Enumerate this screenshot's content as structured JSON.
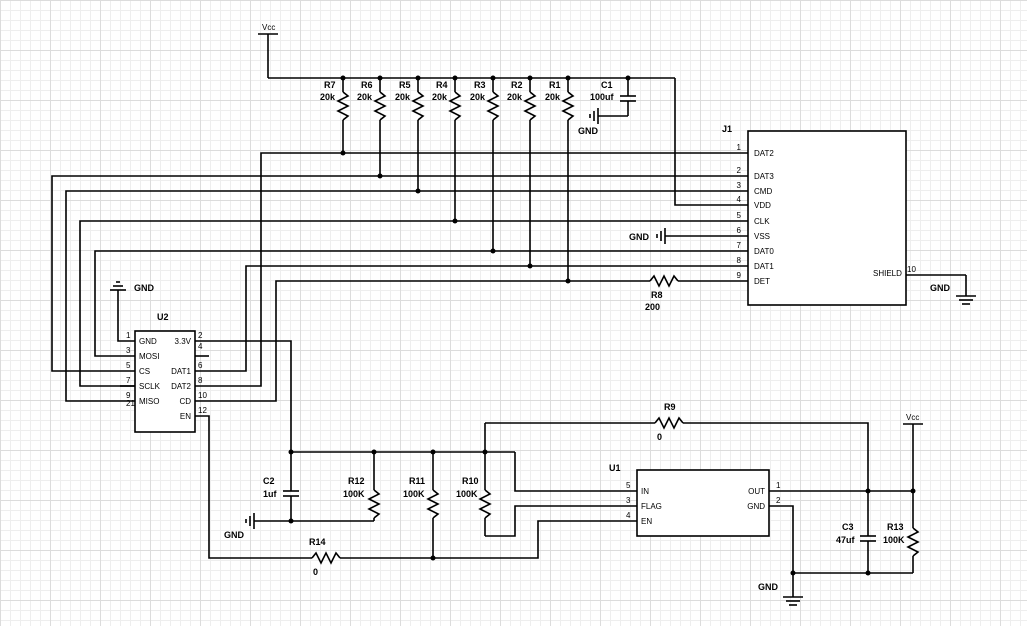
{
  "supply": {
    "vcc_top": "Vcc",
    "vcc_right": "Vcc",
    "gnd": "GND"
  },
  "resistors": [
    {
      "ref": "R7",
      "value": "20k"
    },
    {
      "ref": "R6",
      "value": "20k"
    },
    {
      "ref": "R5",
      "value": "20k"
    },
    {
      "ref": "R4",
      "value": "20k"
    },
    {
      "ref": "R3",
      "value": "20k"
    },
    {
      "ref": "R2",
      "value": "20k"
    },
    {
      "ref": "R1",
      "value": "20k"
    },
    {
      "ref": "R8",
      "value": "200"
    },
    {
      "ref": "R9",
      "value": "0"
    },
    {
      "ref": "R10",
      "value": "100K"
    },
    {
      "ref": "R11",
      "value": "100K"
    },
    {
      "ref": "R12",
      "value": "100K"
    },
    {
      "ref": "R13",
      "value": "100K"
    },
    {
      "ref": "R14",
      "value": "0"
    }
  ],
  "capacitors": [
    {
      "ref": "C1",
      "value": "100uf"
    },
    {
      "ref": "C2",
      "value": "1uf"
    },
    {
      "ref": "C3",
      "value": "47uf"
    }
  ],
  "j1": {
    "ref": "J1",
    "pins": [
      {
        "num": "1",
        "name": "DAT2"
      },
      {
        "num": "2",
        "name": "DAT3"
      },
      {
        "num": "3",
        "name": "CMD"
      },
      {
        "num": "4",
        "name": "VDD"
      },
      {
        "num": "5",
        "name": "CLK"
      },
      {
        "num": "6",
        "name": "VSS"
      },
      {
        "num": "7",
        "name": "DAT0"
      },
      {
        "num": "8",
        "name": "DAT1"
      },
      {
        "num": "9",
        "name": "DET"
      }
    ],
    "shield": {
      "num": "10",
      "name": "SHIELD"
    }
  },
  "u2": {
    "ref": "U2",
    "left_pins": [
      {
        "num": "1",
        "name": "GND"
      },
      {
        "num": "3",
        "name": "MOSI"
      },
      {
        "num": "5",
        "name": "CS"
      },
      {
        "num": "7",
        "name": "SCLK"
      },
      {
        "num": "9",
        "name": "MISO"
      },
      {
        "num": "21",
        "name": ""
      }
    ],
    "right_pins": [
      {
        "num": "2",
        "name": "3.3V"
      },
      {
        "num": "4",
        "name": ""
      },
      {
        "num": "6",
        "name": "DAT1"
      },
      {
        "num": "8",
        "name": "DAT2"
      },
      {
        "num": "10",
        "name": "CD"
      },
      {
        "num": "12",
        "name": "EN"
      }
    ]
  },
  "u1": {
    "ref": "U1",
    "left_pins": [
      {
        "num": "5",
        "name": "IN"
      },
      {
        "num": "3",
        "name": "FLAG"
      },
      {
        "num": "4",
        "name": "EN"
      }
    ],
    "right_pins": [
      {
        "num": "1",
        "name": "OUT"
      },
      {
        "num": "2",
        "name": "GND"
      }
    ]
  }
}
